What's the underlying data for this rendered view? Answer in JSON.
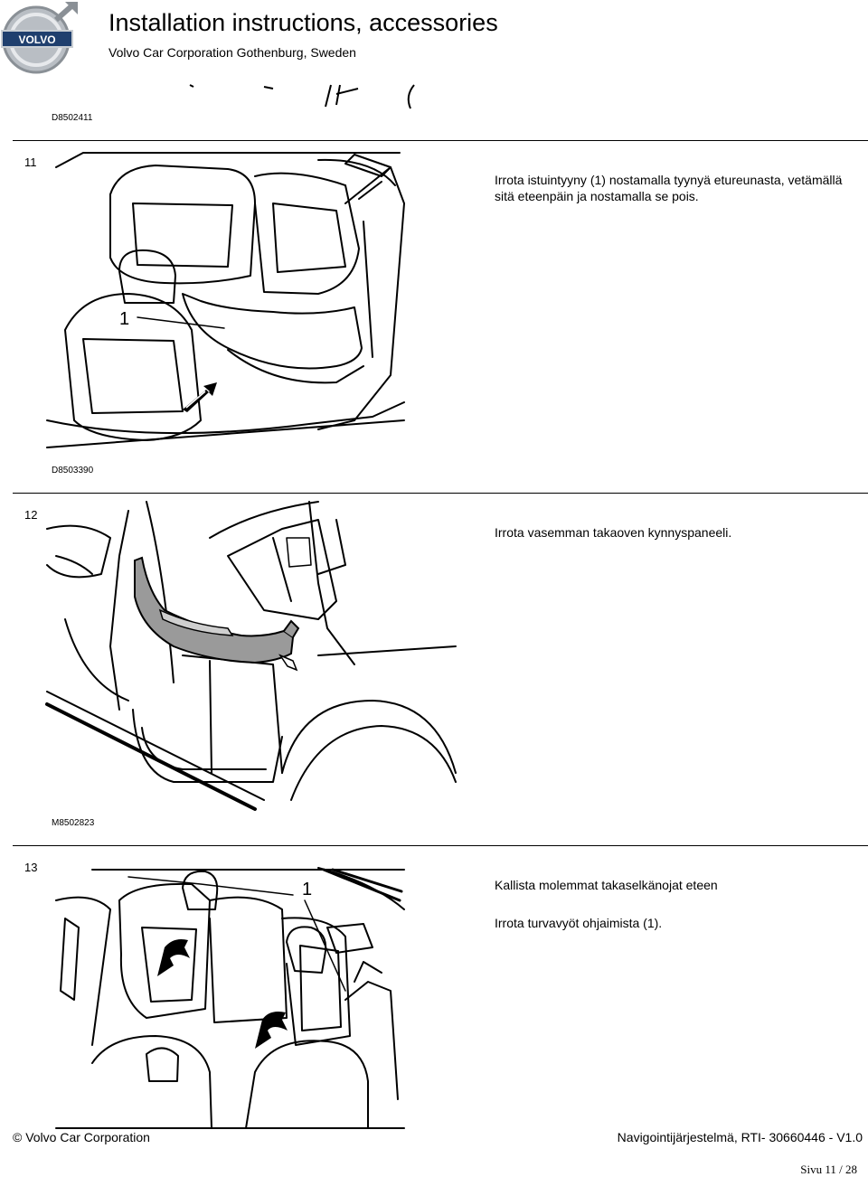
{
  "header": {
    "brand": "VOLVO",
    "title": "Installation instructions, accessories",
    "subtitle": "Volvo Car Corporation Gothenburg, Sweden"
  },
  "prev_figure_code": "D8502411",
  "steps": [
    {
      "number": "11",
      "text_lines": [
        "Irrota istuintyyny (1) nostamalla tyynyä etureunasta, vetämällä sitä eteenpäin ja nostamalla se pois."
      ],
      "callout": "1",
      "figure_code": "D8503390"
    },
    {
      "number": "12",
      "text_lines": [
        "Irrota vasemman takaoven kynnyspaneeli."
      ],
      "figure_code": "M8502823"
    },
    {
      "number": "13",
      "text_lines": [
        "Kallista molemmat takaselkänojat eteen",
        "Irrota turvavyöt ohjaimista (1)."
      ],
      "callout": "1"
    }
  ],
  "footer": {
    "left": "© Volvo Car Corporation",
    "right": "Navigointijärjestelmä, RTI- 30660446 - V1.0",
    "page": "Sivu 11 / 28"
  },
  "colors": {
    "panel_fill": "#9a9a9a",
    "line": "#000000"
  }
}
